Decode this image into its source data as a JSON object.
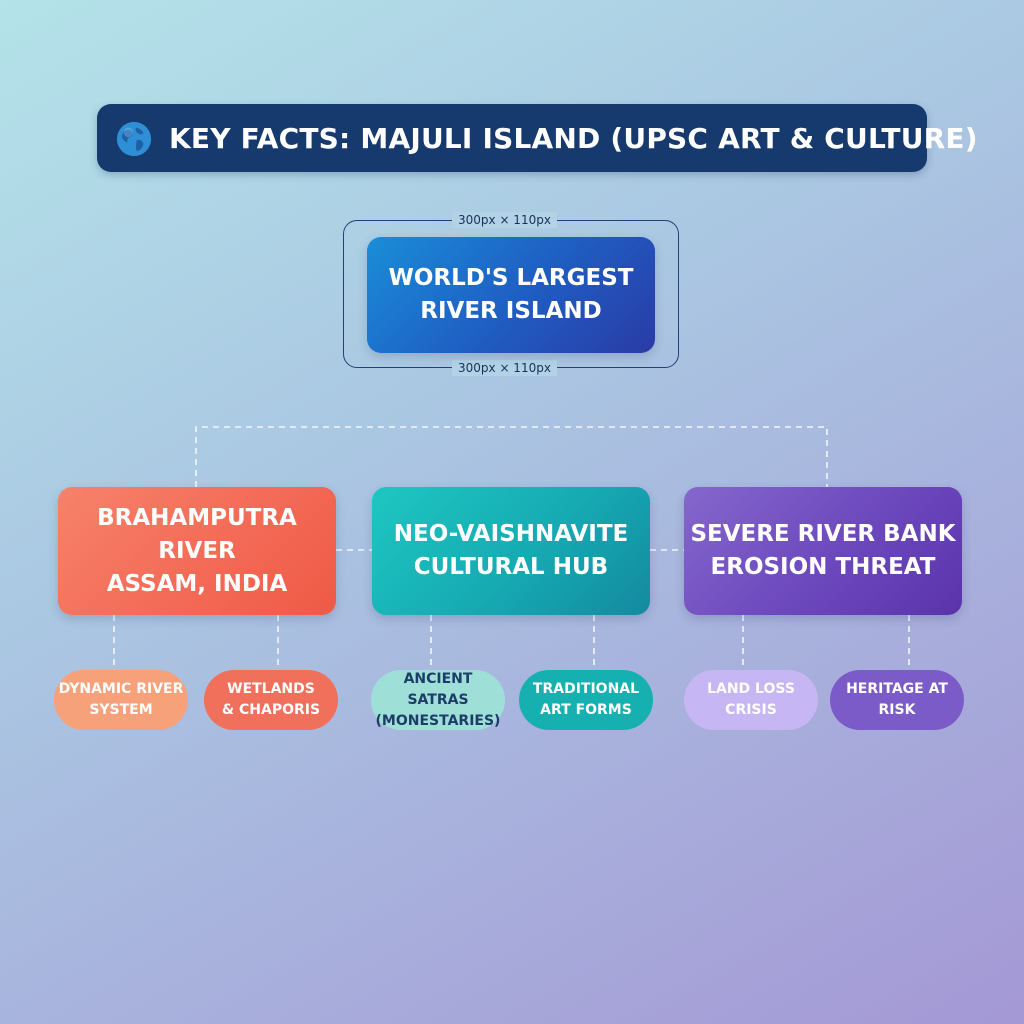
{
  "title": "KEY FACTS: MAJULI ISLAND (UPSC ART & CULTURE)",
  "icon": "globe-icon",
  "dimension_labels": {
    "top": "300px × 110px",
    "bottom": "300px × 110px"
  },
  "root": {
    "line1": "WORLD'S LARGEST",
    "line2": "RIVER ISLAND"
  },
  "categories": [
    {
      "line1": "BRAHAMPUTRA RIVER",
      "line2": "ASSAM, INDIA",
      "subs": [
        {
          "line1": "DYNAMIC RIVER",
          "line2": "SYSTEM"
        },
        {
          "line1": "WETLANDS",
          "line2": "& CHAPORIS"
        }
      ]
    },
    {
      "line1": "NEO-VAISHNAVITE",
      "line2": "CULTURAL HUB",
      "subs": [
        {
          "line1": "ANCIENT SATRAS",
          "line2": "(MONESTARIES)"
        },
        {
          "line1": "TRADITIONAL",
          "line2": "ART FORMS"
        }
      ]
    },
    {
      "line1": "SEVERE RIVER BANK",
      "line2": "EROSION THREAT",
      "subs": [
        {
          "line1": "LAND LOSS",
          "line2": "CRISIS"
        },
        {
          "line1": "HERITAGE AT",
          "line2": "RISK"
        }
      ]
    }
  ],
  "colors": {
    "title_bar": "#163a6e",
    "root": "#1e60c4",
    "category_1": "#f36b57",
    "category_2": "#16aab3",
    "category_3": "#6c48bd"
  }
}
